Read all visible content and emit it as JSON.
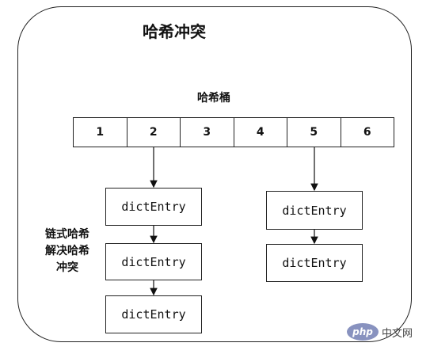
{
  "diagram": {
    "title": "哈希冲突",
    "bucket_title": "哈希桶",
    "buckets": [
      "1",
      "2",
      "3",
      "4",
      "5",
      "6"
    ],
    "chain_left": [
      "dictEntry",
      "dictEntry",
      "dictEntry"
    ],
    "chain_right": [
      "dictEntry",
      "dictEntry"
    ],
    "note": "链式哈希\n解决哈希\n冲突"
  },
  "watermark": {
    "logo": "php",
    "text": "中文网"
  }
}
